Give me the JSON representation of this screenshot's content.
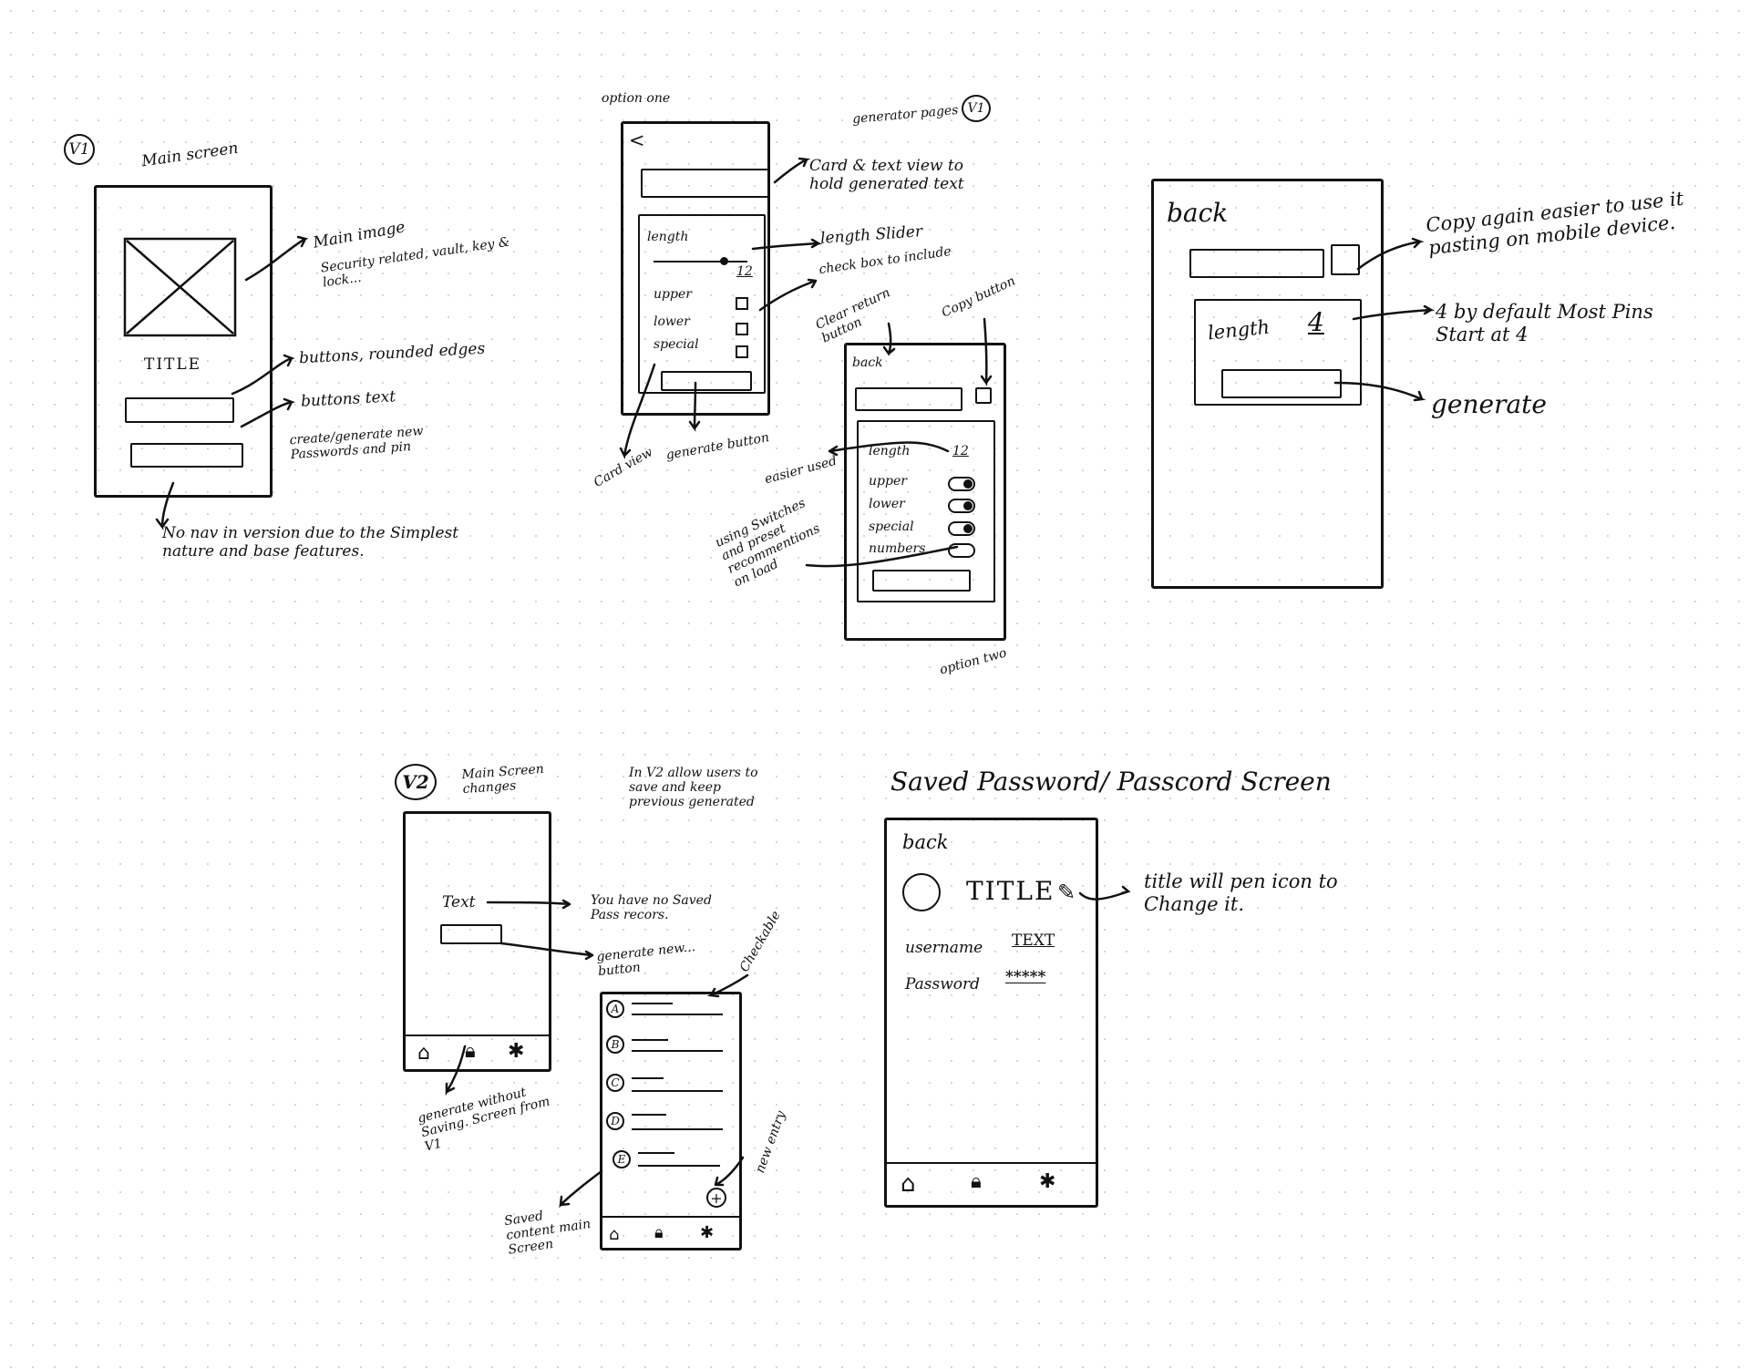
{
  "v1": {
    "badge": "V1",
    "heading": "Main screen",
    "title_label": "TITLE",
    "note_main_image": "Main image",
    "note_main_image_detail": "Security related, vault, key & lock...",
    "note_buttons": "buttons, rounded edges",
    "note_buttons_text": "buttons text",
    "note_buttons_text_detail": "create/generate new Passwords and pin",
    "note_nav": "No nav in version due to the Simplest nature and base features."
  },
  "generator": {
    "option_one": "option one",
    "heading": "generator pages",
    "badge": "V1",
    "back_glyph": "<",
    "note_card_text": "Card & text view to hold generated text",
    "length_label": "length",
    "length_value": "12",
    "note_length_slider": "length Slider",
    "note_check_box": "check box to include",
    "checks": [
      "upper",
      "lower",
      "special"
    ],
    "note_card_view": "Card view",
    "note_generate_button": "generate button",
    "note_clear_return": "Clear return button",
    "note_copy_button": "Copy button",
    "back_label": "back",
    "length_label_2": "length",
    "length_value_2": "12",
    "switches": [
      {
        "label": "upper",
        "on": true
      },
      {
        "label": "lower",
        "on": true
      },
      {
        "label": "special",
        "on": true
      },
      {
        "label": "numbers",
        "on": false
      }
    ],
    "note_easier": "easier used",
    "note_switches": "using Switches and preset recommentions on load",
    "option_two": "option two"
  },
  "pin": {
    "back_label": "back",
    "length_label": "length",
    "length_value": "4",
    "note_copy": "Copy again easier to use it pasting on mobile device.",
    "note_default": "4 by default Most Pins Start at 4",
    "note_generate": "generate"
  },
  "v2": {
    "badge": "V2",
    "heading": "Main Screen changes",
    "note_intro": "In V2 allow users to save and keep previous generated",
    "text_label": "Text",
    "note_no_saved": "You have no Saved Pass recors.",
    "note_generate_new": "generate new... button",
    "note_checkable": "Checkable",
    "nav_icons": [
      "home-icon",
      "lock-icon",
      "asterisk-icon"
    ],
    "note_generate_without": "generate without Saving. Screen from V1",
    "list_letters": [
      "A",
      "B",
      "C",
      "D",
      "E"
    ],
    "note_new_entry": "new entry",
    "note_saved_content": "Saved content main Screen"
  },
  "saved": {
    "heading": "Saved Password/ Passcord Screen",
    "back_label": "back",
    "title_label": "TITLE",
    "username_label": "username",
    "username_value": "TEXT",
    "password_label": "Password",
    "password_value": "*****",
    "note_title_edit": "title will pen icon to Change it."
  }
}
